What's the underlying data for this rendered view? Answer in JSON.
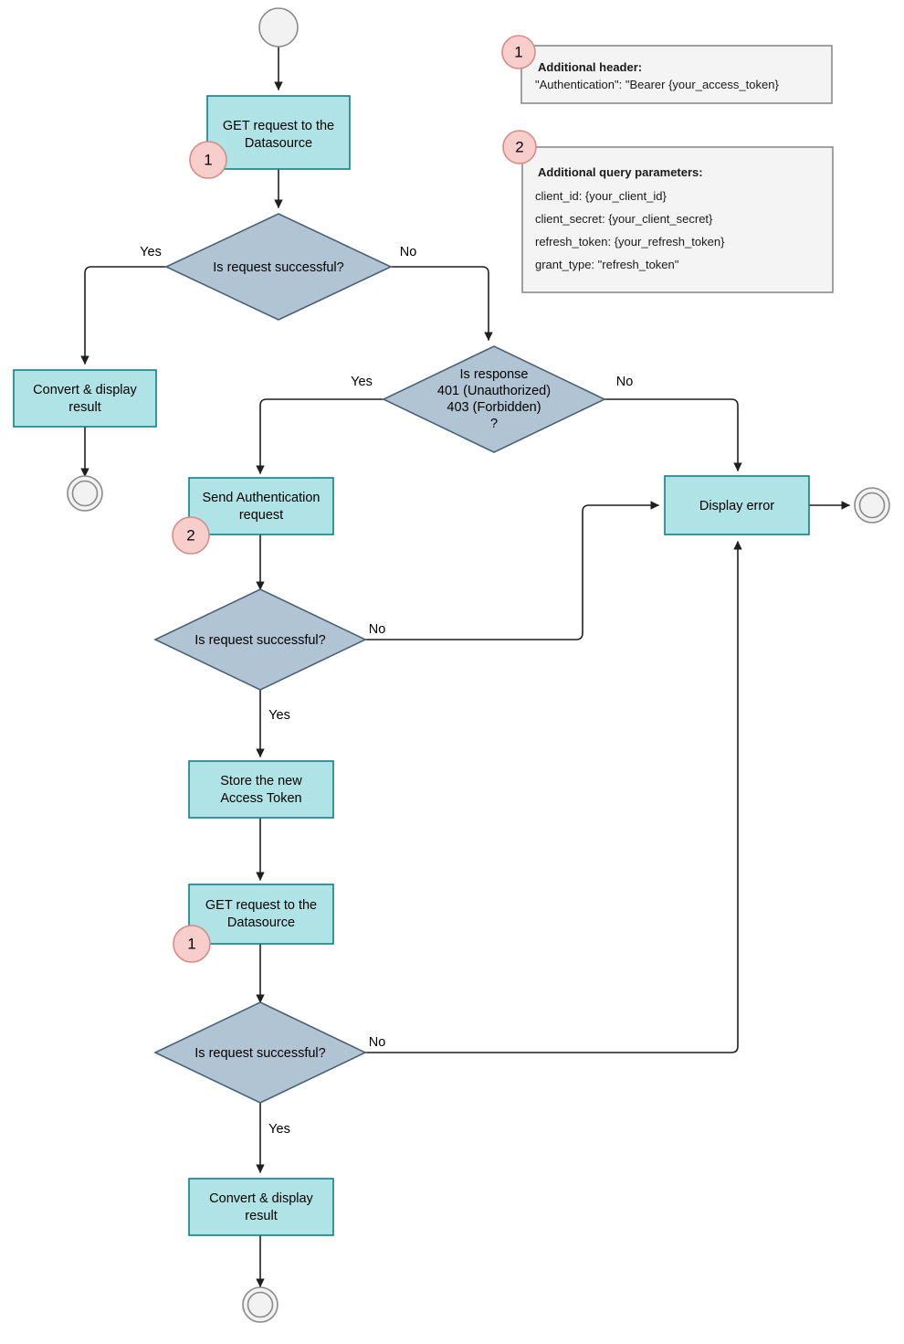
{
  "diagram": {
    "title": "OAuth token refresh request flowchart",
    "colors": {
      "process_fill": "#b0e3e6",
      "process_stroke": "#0e8088",
      "decision_fill": "#b1c4d4",
      "decision_stroke": "#4a6274",
      "note_fill": "#f4f4f4",
      "note_stroke": "#8a8a8a",
      "badge_fill": "#f8cecc",
      "badge_stroke": "#d98b86",
      "terminal_fill": "#f2f2f2",
      "terminal_stroke": "#8a8a8a",
      "edge_stroke": "#1f1f1f"
    },
    "nodes": {
      "start_terminal": {
        "type": "terminal-start",
        "label": ""
      },
      "get_request_1": {
        "type": "process",
        "line1": "GET request to the",
        "line2": "Datasource",
        "badge": "1"
      },
      "decision_1": {
        "type": "decision",
        "line1": "Is request successful?"
      },
      "convert_display_1": {
        "type": "process",
        "line1": "Convert & display",
        "line2": "result"
      },
      "end_terminal_1": {
        "type": "terminal-end",
        "label": ""
      },
      "decision_response_code": {
        "type": "decision",
        "line1": "Is response",
        "line2": "401 (Unauthorized)",
        "line3": "403 (Forbidden)",
        "line4": "?"
      },
      "send_auth_request": {
        "type": "process",
        "line1": "Send Authentication",
        "line2": "request",
        "badge": "2"
      },
      "display_error": {
        "type": "process",
        "line1": "Display error"
      },
      "end_terminal_error": {
        "type": "terminal-end",
        "label": ""
      },
      "decision_2": {
        "type": "decision",
        "line1": "Is request successful?"
      },
      "store_token": {
        "type": "process",
        "line1": "Store the new",
        "line2": "Access Token"
      },
      "get_request_2": {
        "type": "process",
        "line1": "GET request to the",
        "line2": "Datasource",
        "badge": "1"
      },
      "decision_3": {
        "type": "decision",
        "line1": "Is request successful?"
      },
      "convert_display_2": {
        "type": "process",
        "line1": "Convert & display",
        "line2": "result"
      },
      "end_terminal_2": {
        "type": "terminal-end",
        "label": ""
      }
    },
    "edge_labels": {
      "d1_yes": "Yes",
      "d1_no": "No",
      "dresp_yes": "Yes",
      "dresp_no": "No",
      "d2_no": "No",
      "d2_yes": "Yes",
      "d3_no": "No",
      "d3_yes": "Yes"
    },
    "notes": [
      {
        "badge": "1",
        "title": "Additional header:",
        "lines": [
          "\"Authentication\": \"Bearer {your_access_token}"
        ]
      },
      {
        "badge": "2",
        "title": "Additional query parameters:",
        "lines": [
          "client_id: {your_client_id}",
          "client_secret: {your_client_secret}",
          "refresh_token: {your_refresh_token}",
          "grant_type: \"refresh_token\""
        ]
      }
    ]
  }
}
